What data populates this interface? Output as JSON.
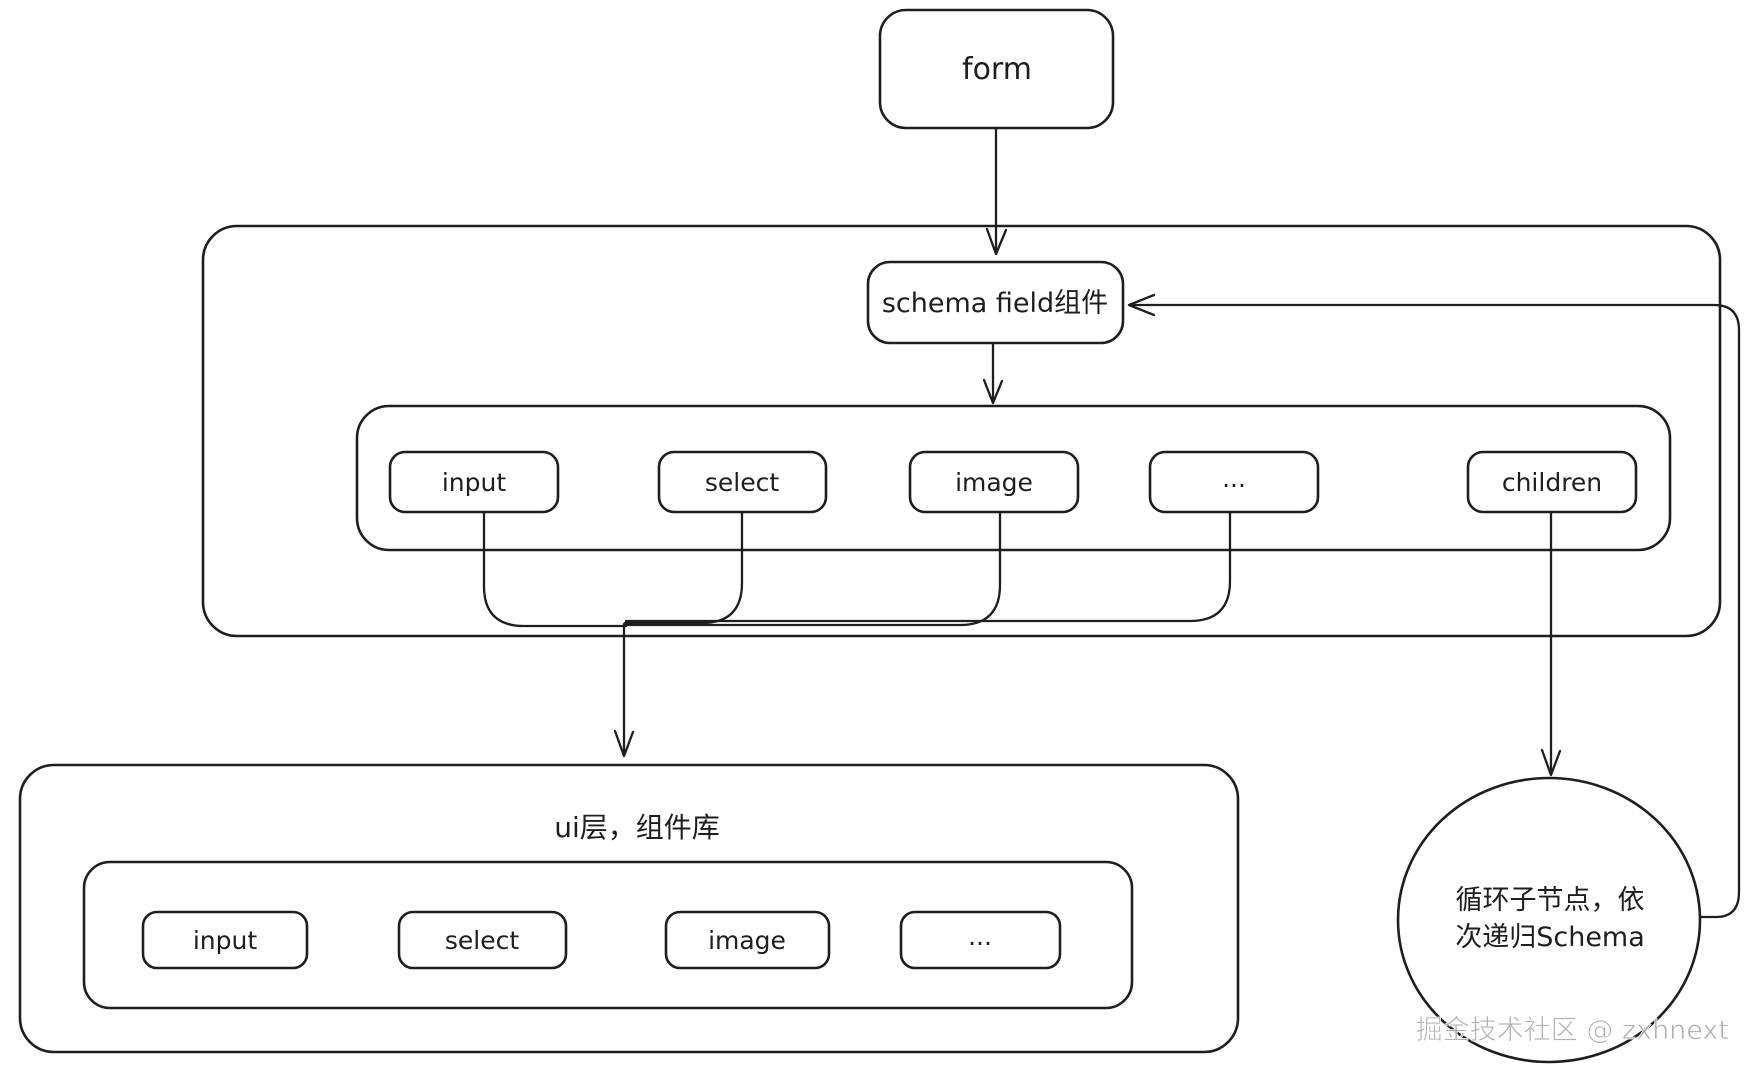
{
  "diagram": {
    "nodes": {
      "form": "form",
      "schema_field": "schema field组件",
      "top_row": [
        "input",
        "select",
        "image",
        "...",
        "children"
      ],
      "ui_layer_title": "ui层，组件库",
      "ui_row": [
        "input",
        "select",
        "image",
        "..."
      ],
      "recursion_circle_line1": "循环子节点，依",
      "recursion_circle_line2": "次递归Schema"
    },
    "watermark": "掘金技术社区 @ zxhnext",
    "colors": {
      "stroke": "#1e1e1e",
      "background": "#ffffff",
      "watermark": "#aeaeae"
    }
  }
}
